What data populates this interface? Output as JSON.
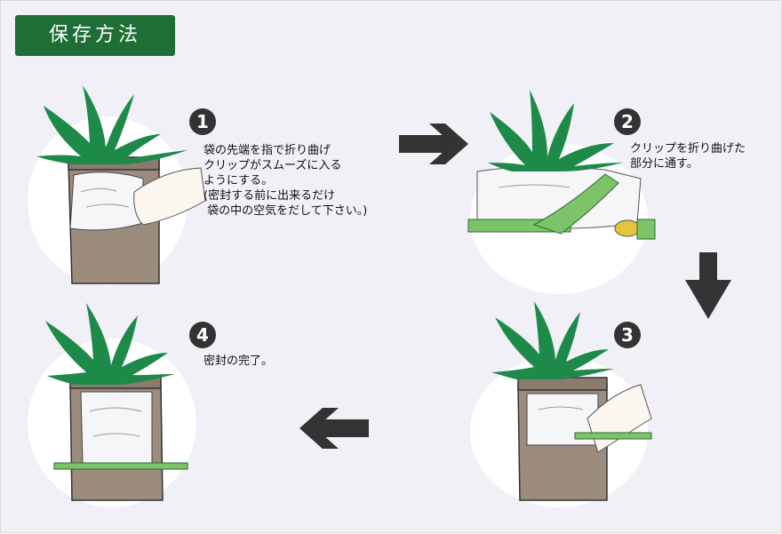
{
  "title": "保存方法",
  "steps": [
    {
      "number": "1",
      "text": "袋の先端を指で折り曲げ\nクリップがスムーズに入る\nようにする。\n(密封する前に出来るだけ\n 袋の中の空気をだして下さい。)"
    },
    {
      "number": "2",
      "text": "クリップを折り曲げた\n部分に通す。"
    },
    {
      "number": "3",
      "text": ""
    },
    {
      "number": "4",
      "text": "密封の完了。"
    }
  ],
  "colors": {
    "title_bg": "#1f6e35",
    "leaves": "#1e8a4a",
    "bag": "#9b8c7e",
    "clip": "#7cc36a",
    "arrow": "#333333",
    "background": "#f1f0f6"
  },
  "icons": [
    "right-arrow-icon",
    "down-arrow-icon",
    "left-arrow-icon"
  ]
}
